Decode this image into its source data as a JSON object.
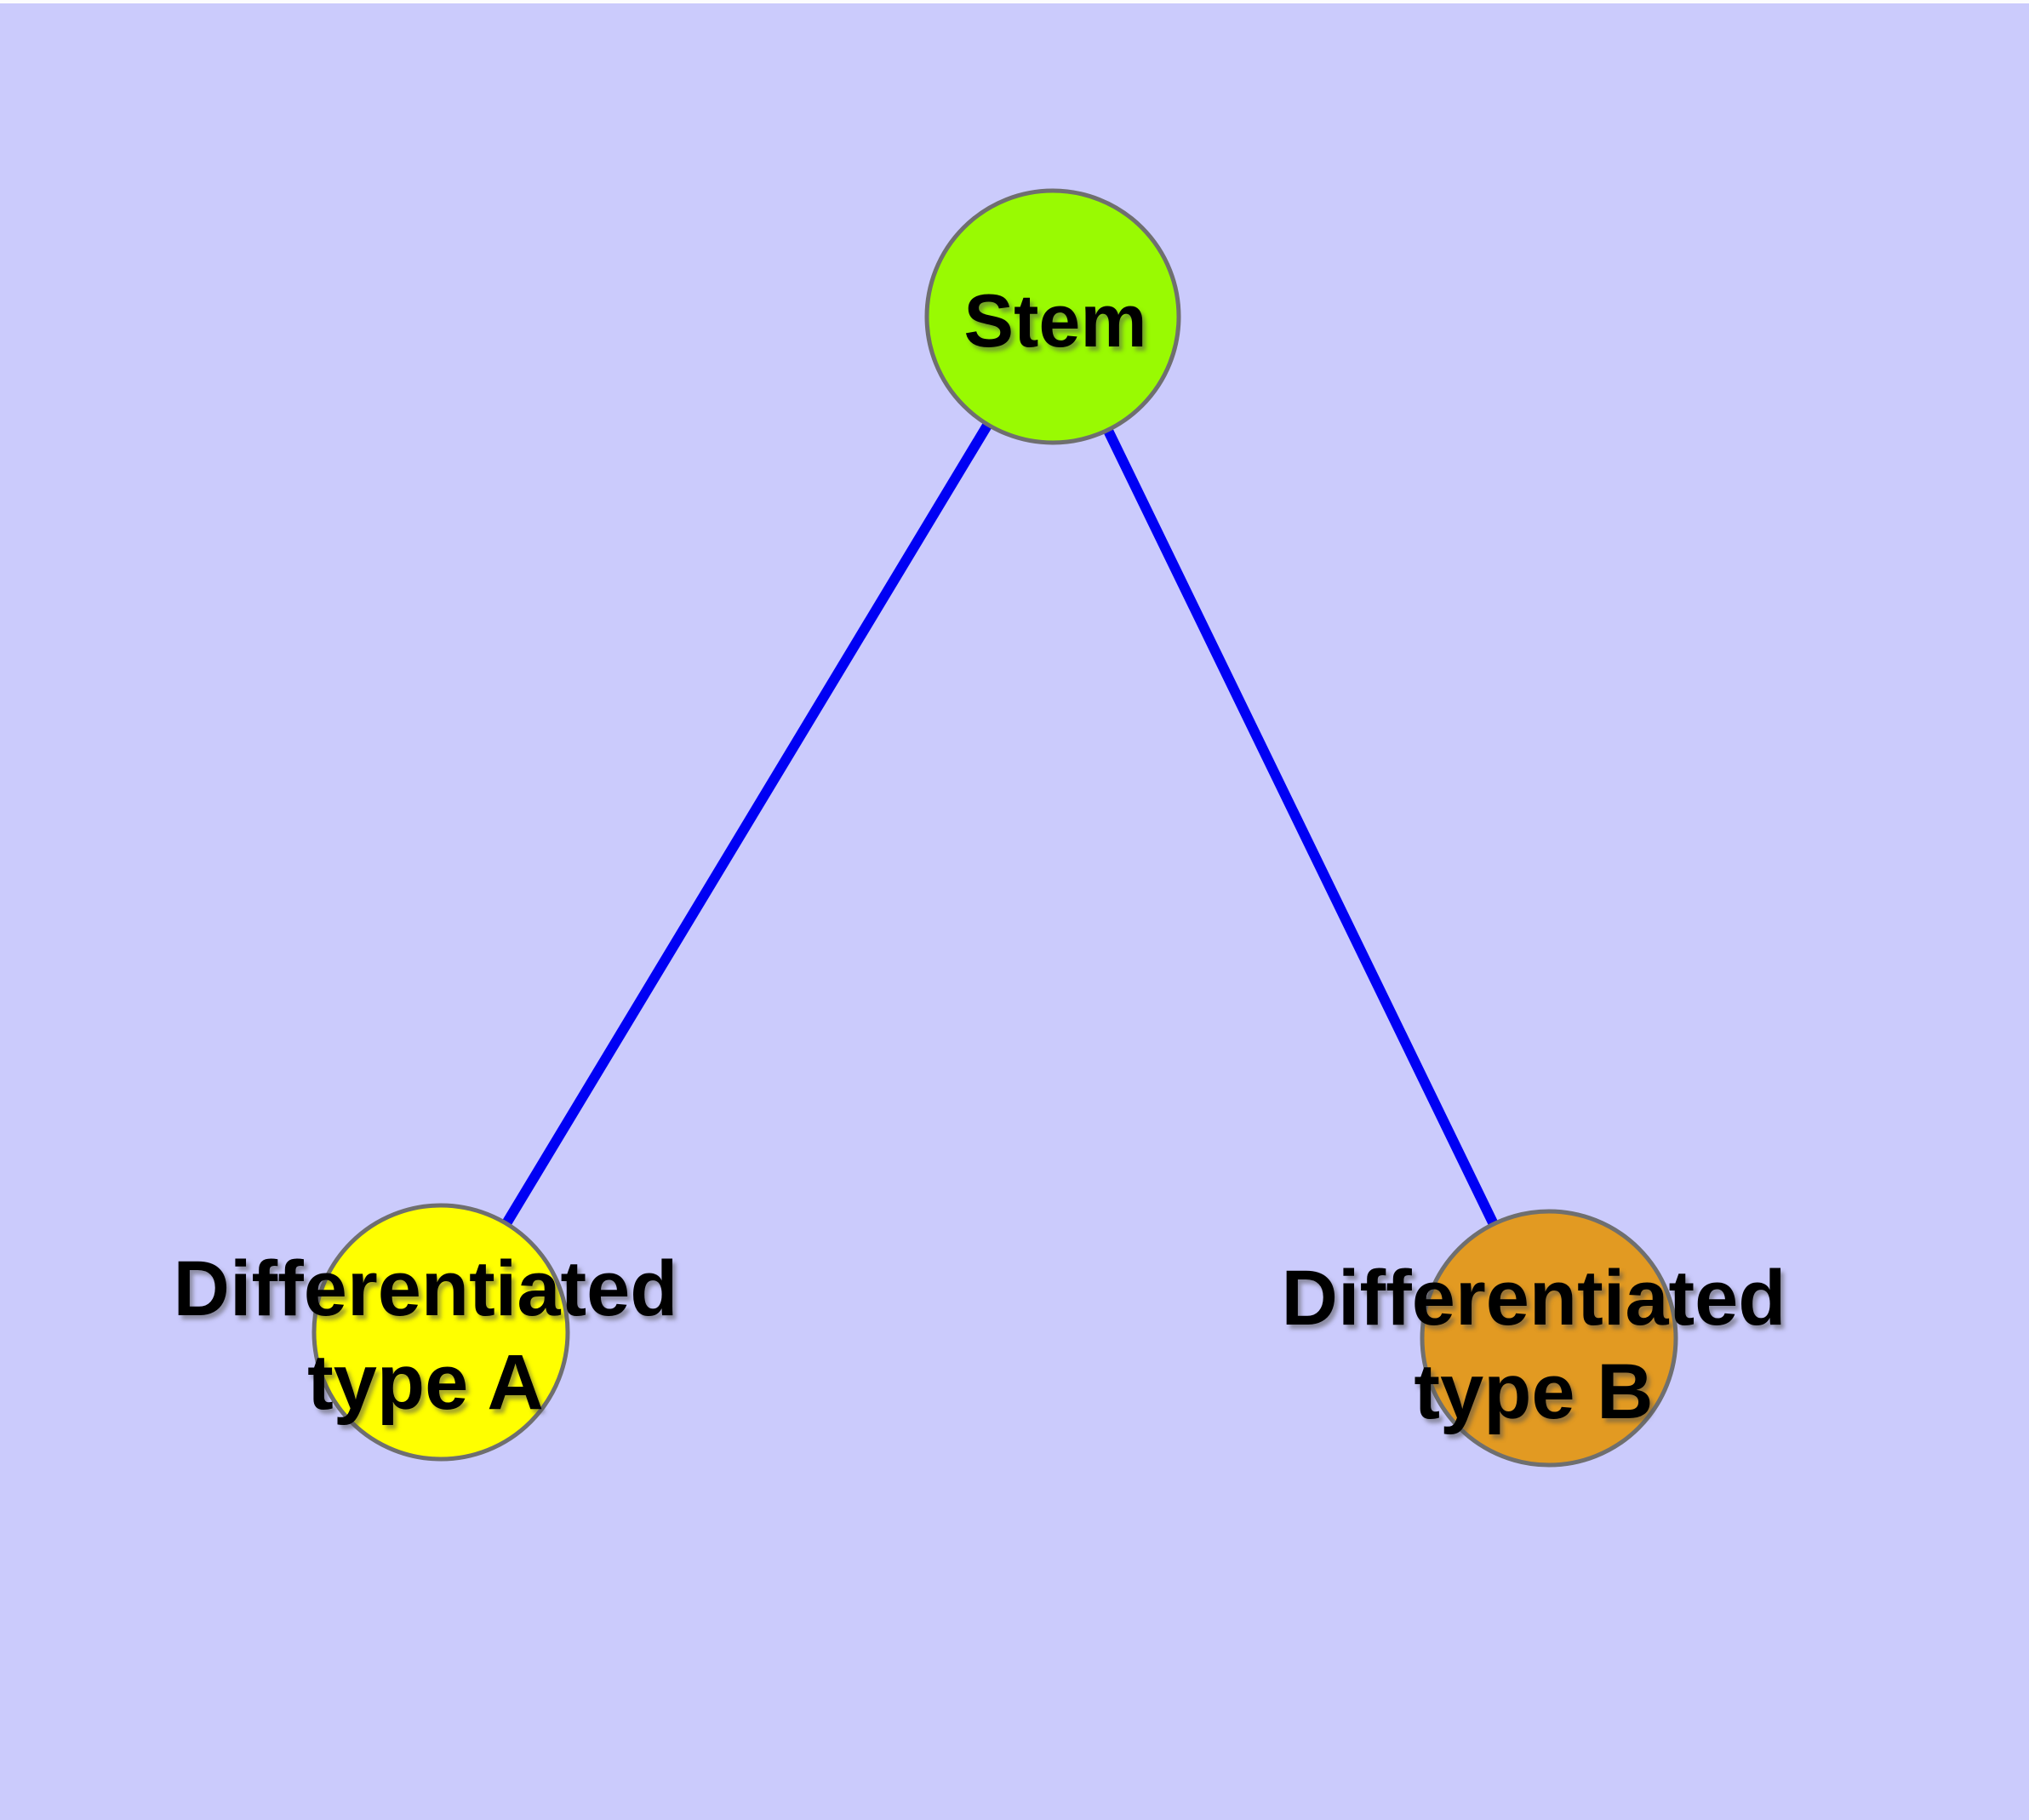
{
  "canvas": {
    "background_color": "#CBCBFC",
    "top_margin_color": "#FCFCFE"
  },
  "graph": {
    "style": {
      "edge_color": "#0000F4",
      "node_border_color": "#6F6F6F",
      "label_color": "#000000"
    },
    "nodes": [
      {
        "id": "stem",
        "label_lines": [
          "Stem"
        ],
        "fill": "#99FA02"
      },
      {
        "id": "type-a",
        "label_lines": [
          "Differentiated",
          "type A"
        ],
        "fill": "#FFFF00"
      },
      {
        "id": "type-b",
        "label_lines": [
          "Differentiated",
          "type B"
        ],
        "fill": "#E29A22"
      }
    ],
    "edges": [
      {
        "from": "stem",
        "to": "type-a"
      },
      {
        "from": "stem",
        "to": "type-b"
      }
    ]
  }
}
